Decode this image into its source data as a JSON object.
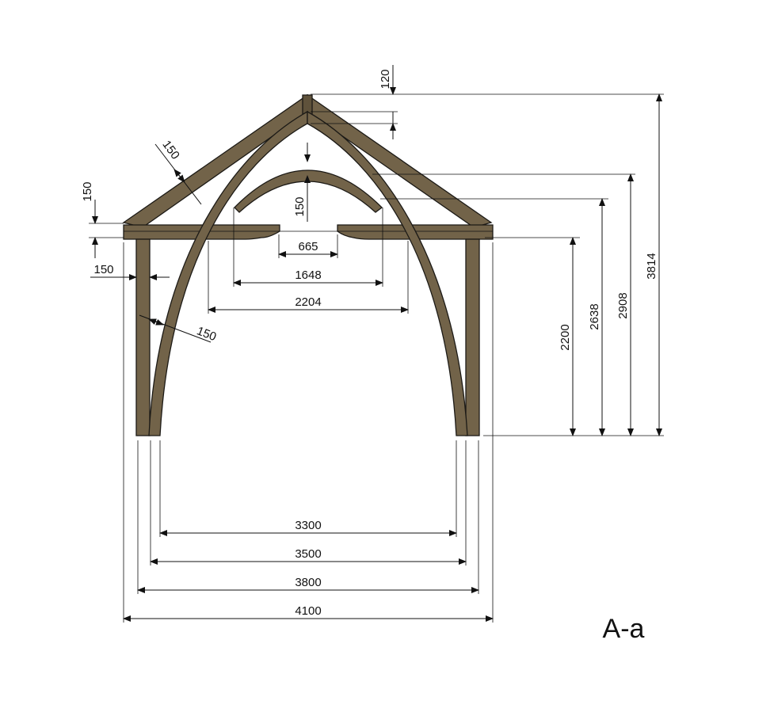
{
  "title": "A-a",
  "dimensions": {
    "width_inner_arch": "3300",
    "width_arch_outer": "3500",
    "width_posts": "3800",
    "width_overall": "4100",
    "tie_gap": "665",
    "arch_crown_span": "1648",
    "arch_span_at_tie": "2204",
    "height_tie": "2200",
    "height_arch_crown": "2638",
    "height_rafter_at_axis": "2908",
    "height_overall": "3814",
    "ridge_offset": "120",
    "rafter_thickness": "150",
    "tie_thickness": "150",
    "arch_crown_thickness": "150",
    "post_thickness": "150",
    "brace_thickness": "150"
  },
  "colors": {
    "timber": "#726349",
    "timber_dark": "#5f523b",
    "line": "#111111"
  }
}
